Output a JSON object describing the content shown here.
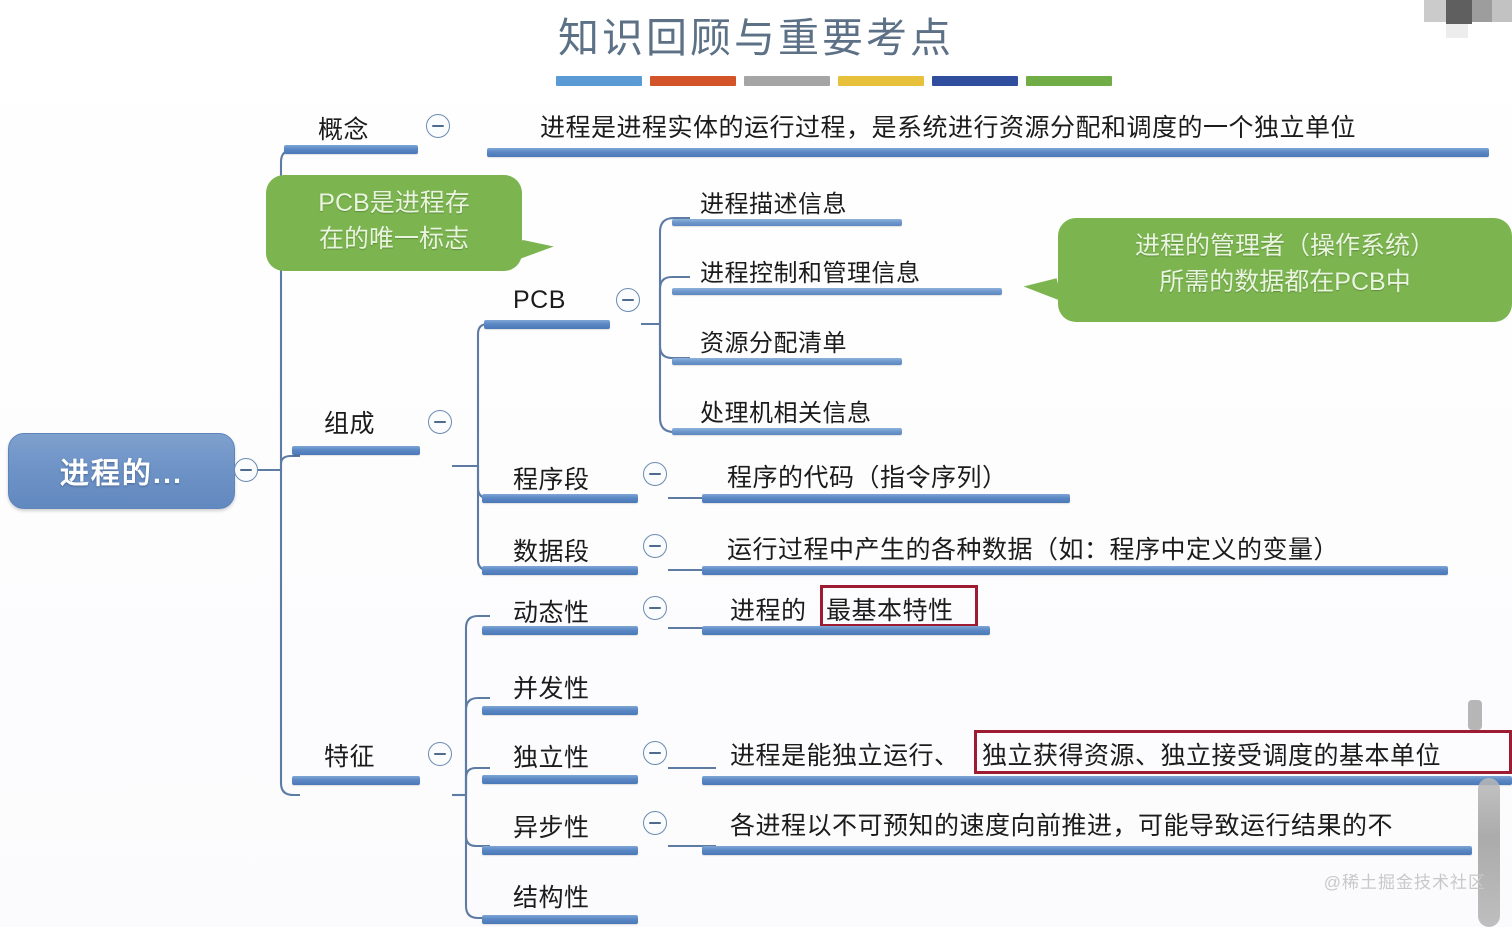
{
  "header": {
    "title": "知识回顾与重要考点",
    "accent_bars": [
      "#5b9bd5",
      "#d4542a",
      "#a5a5a5",
      "#e8c13c",
      "#2f4f9e",
      "#70ad47"
    ]
  },
  "root": {
    "label": "进程的...",
    "color": "#6d92c6"
  },
  "callouts": {
    "left": {
      "line1": "PCB是进程存",
      "line2": "在的唯一标志",
      "color": "#7cb550"
    },
    "right": {
      "line1": "进程的管理者（操作系统）",
      "line2": "所需的数据都在PCB中",
      "color": "#7cb550"
    }
  },
  "branches": {
    "concept": {
      "label": "概念",
      "detail": "进程是进程实体的运行过程，是系统进行资源分配和调度的一个独立单位"
    },
    "composition": {
      "label": "组成",
      "children": {
        "pcb": {
          "label": "PCB",
          "items": [
            "进程描述信息",
            "进程控制和管理信息",
            "资源分配清单",
            "处理机相关信息"
          ]
        },
        "program_segment": {
          "label": "程序段",
          "detail": "程序的代码（指令序列）"
        },
        "data_segment": {
          "label": "数据段",
          "detail": "运行过程中产生的各种数据（如：程序中定义的变量）"
        }
      }
    },
    "features": {
      "label": "特征",
      "items": [
        {
          "label": "动态性",
          "detail_prefix": "进程的",
          "detail_highlight": "最基本特性",
          "highlight_color": "#9e1b34"
        },
        {
          "label": "并发性",
          "detail": ""
        },
        {
          "label": "独立性",
          "detail_prefix": "进程是能独立运行、",
          "detail_highlight": "独立获得资源、独立接受调度的基本单位",
          "highlight_color": "#9e1b34"
        },
        {
          "label": "异步性",
          "detail": "各进程以不可预知的速度向前推进，可能导致运行结果的不"
        },
        {
          "label": "结构性",
          "detail": ""
        }
      ]
    }
  },
  "overlay": {
    "watermark": "@稀土掘金技术社区"
  }
}
